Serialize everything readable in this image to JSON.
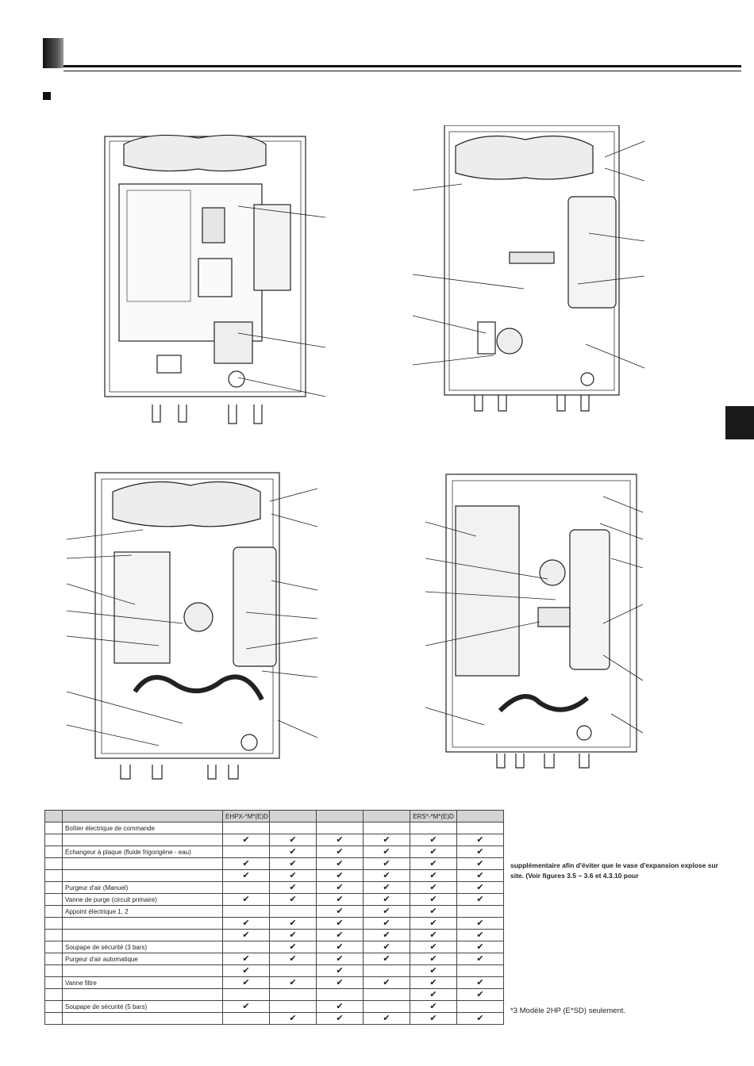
{
  "table": {
    "headers": [
      "",
      "",
      "EHPX-*M*(E)D",
      "",
      "",
      "",
      "ERS*-*M*(E)D",
      ""
    ],
    "rows": [
      {
        "label": "Boîtier électrique de commande",
        "checks": [
          false,
          false,
          false,
          false,
          false,
          false
        ]
      },
      {
        "label": "",
        "checks": [
          true,
          true,
          true,
          true,
          true,
          true
        ]
      },
      {
        "label": "Échangeur à plaque (fluide frigorigène - eau)",
        "checks": [
          false,
          true,
          true,
          true,
          true,
          true
        ]
      },
      {
        "label": "",
        "checks": [
          true,
          true,
          true,
          true,
          true,
          true
        ]
      },
      {
        "label": "",
        "checks": [
          true,
          true,
          true,
          true,
          true,
          true
        ]
      },
      {
        "label": "Purgeur d'air (Manuel)",
        "checks": [
          false,
          true,
          true,
          true,
          true,
          true
        ]
      },
      {
        "label": "Vanne de purge (circuit primaire)",
        "checks": [
          true,
          true,
          true,
          true,
          true,
          true
        ]
      },
      {
        "label": "Appoint électrique 1, 2",
        "checks": [
          false,
          false,
          true,
          true,
          true,
          false
        ]
      },
      {
        "label": "",
        "checks": [
          true,
          true,
          true,
          true,
          true,
          true
        ]
      },
      {
        "label": "",
        "checks": [
          true,
          true,
          true,
          true,
          true,
          true
        ]
      },
      {
        "label": "Soupape de sécurité (3 bars)",
        "checks": [
          false,
          true,
          true,
          true,
          true,
          true
        ]
      },
      {
        "label": "Purgeur d'air automatique",
        "checks": [
          true,
          true,
          true,
          true,
          true,
          true
        ]
      },
      {
        "label": "",
        "checks": [
          true,
          false,
          true,
          false,
          true,
          false
        ]
      },
      {
        "label": "Vanne filtre",
        "checks": [
          true,
          true,
          true,
          true,
          true,
          true
        ]
      },
      {
        "label": "",
        "checks": [
          false,
          false,
          false,
          false,
          true,
          true
        ]
      },
      {
        "label": "Soupape de sécurité (5 bars)",
        "checks": [
          true,
          false,
          true,
          false,
          true,
          false
        ]
      },
      {
        "label": "",
        "checks": [
          false,
          true,
          true,
          true,
          true,
          true
        ]
      }
    ]
  },
  "check_glyph": "✔",
  "notes": {
    "side_note": "supplémentaire afin d'éviter que le vase d'expansion explose sur site. (Voir figures 3.5 ~ 3.6 et 4.3.10 pour",
    "footnote": "*3 Modèle 2HP (E*SD) seulement."
  },
  "figures": {
    "fig1": {
      "name": "hydrobox-front-with-control-box",
      "leaders": 3
    },
    "fig2": {
      "name": "hydrobox-without-control-box",
      "leaders": 9
    },
    "fig3": {
      "name": "cylinder-unit-open",
      "leaders": 14
    },
    "fig4": {
      "name": "cylinder-unit-with-panel",
      "leaders": 11
    }
  }
}
